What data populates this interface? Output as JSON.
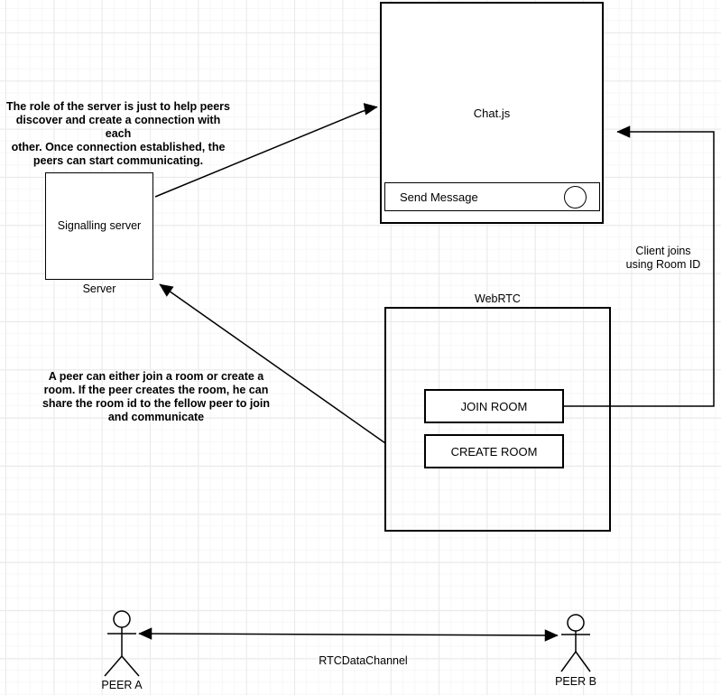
{
  "diagram": {
    "server_note": {
      "lines": [
        "The role of the server is just to help peers",
        "discover and create a connection with each",
        "other. Once connection established, the",
        "peers can start communicating."
      ]
    },
    "peer_note": {
      "lines": [
        "A peer can either join a room or create a",
        "room. If the peer creates the room, he can",
        "share the room id to the fellow peer to join",
        "and communicate"
      ]
    },
    "chat_app": {
      "title": "Chat.js",
      "send_button": "Send Message"
    },
    "signalling_server": {
      "label": "Signalling server",
      "caption": "Server"
    },
    "webrtc": {
      "title": "WebRTC",
      "join_button": "JOIN ROOM",
      "create_button": "CREATE ROOM"
    },
    "client_joins": {
      "lines": [
        "Client joins",
        "using Room ID"
      ]
    },
    "rtc_channel_label": "RTCDataChannel",
    "peer_a": "PEER A",
    "peer_b": "PEER B",
    "colors": {
      "stroke": "#000000",
      "canvas_bg": "#ffffff",
      "grid_minor": "#f7f7f7",
      "grid_major": "#e9e9e9"
    }
  }
}
